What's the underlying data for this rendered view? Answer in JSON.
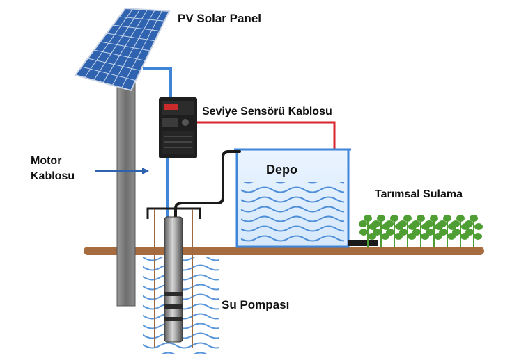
{
  "labels": {
    "solar_panel": "PV Solar Panel",
    "level_sensor_cable": "Seviye Sensörü Kablosu",
    "motor_cable_line1": "Motor",
    "motor_cable_line2": "Kablosu",
    "tank": "Depo",
    "irrigation": "Tarımsal Sulama",
    "pump": "Su Pompası"
  },
  "icons": {
    "solar_panel": "solar-panel-icon",
    "inverter": "inverter-icon",
    "pump": "pump-icon",
    "plants": "plant-icon"
  },
  "colors": {
    "panel_blue": "#2f63b0",
    "cable_blue": "#3f86d8",
    "sensor_red": "#d8262e",
    "ground": "#a66b3f",
    "water": "#4f8fd8",
    "pole": "#7d7d7d",
    "plants": "#4e9e34"
  }
}
